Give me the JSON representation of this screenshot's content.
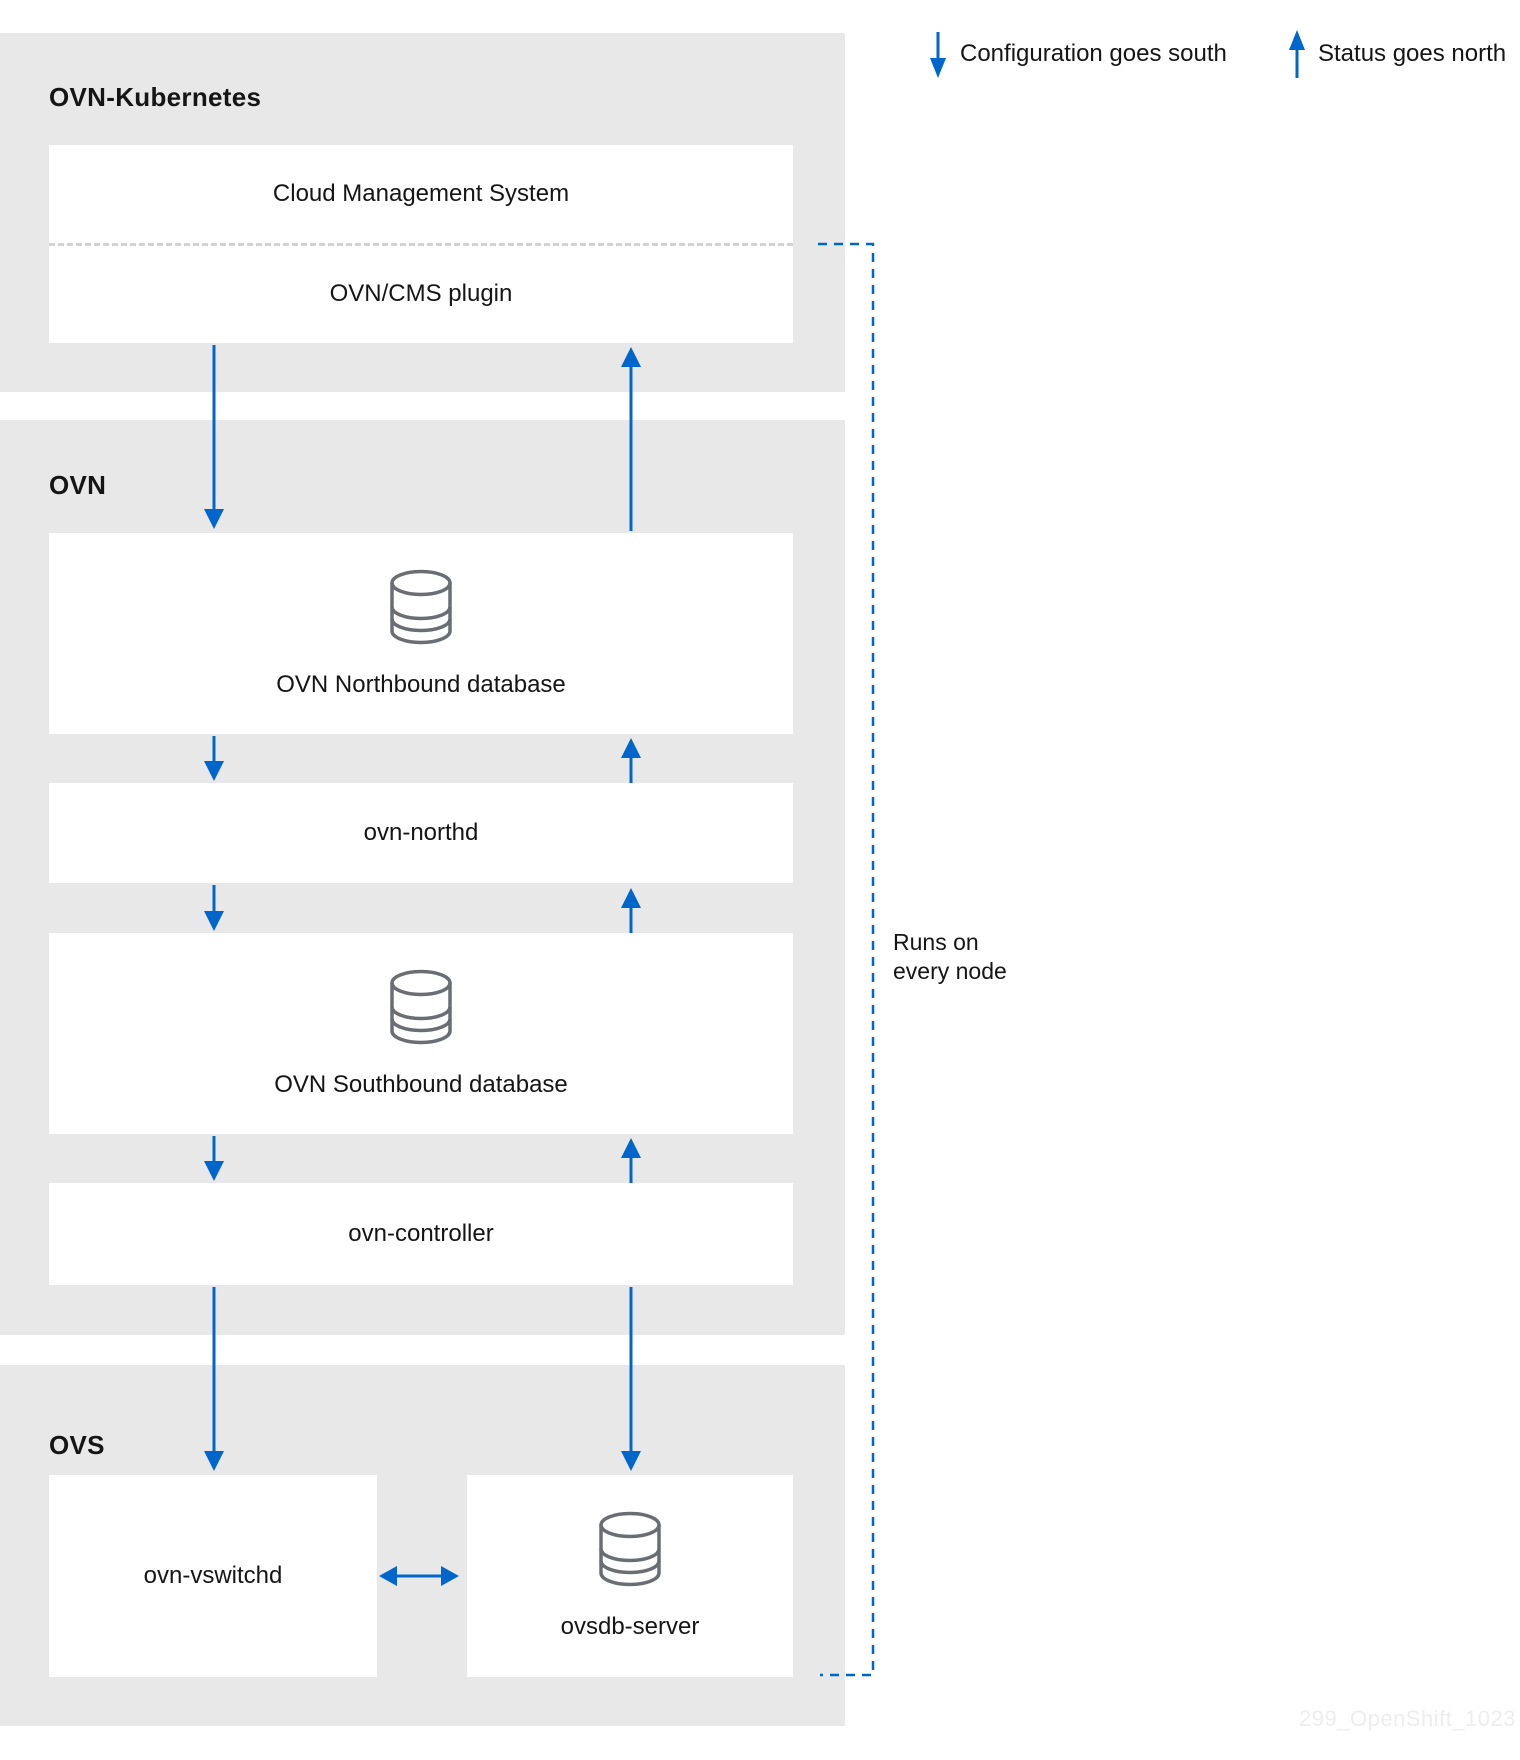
{
  "legend": {
    "config_label": "Configuration goes south",
    "status_label": "Status goes north"
  },
  "sections": {
    "kubernetes": {
      "title": "OVN-Kubernetes",
      "cms_label": "Cloud Management System",
      "plugin_label": "OVN/CMS plugin"
    },
    "ovn": {
      "title": "OVN",
      "nbdb_label": "OVN Northbound database",
      "northd_label": "ovn-northd",
      "sbdb_label": "OVN Southbound database",
      "controller_label": "ovn-controller"
    },
    "ovs": {
      "title": "OVS",
      "vswitchd_label": "ovn-vswitchd",
      "ovsdb_label": "ovsdb-server"
    }
  },
  "annotations": {
    "runs_on_line1": "Runs on",
    "runs_on_line2": "every node",
    "watermark": "299_OpenShift_1023"
  },
  "colors": {
    "arrow_blue": "#0066cc",
    "panel_gray": "#e8e8e8",
    "separator_gray": "#d2d2d2",
    "icon_gray": "#6a6e73",
    "text_dark": "#151515"
  }
}
